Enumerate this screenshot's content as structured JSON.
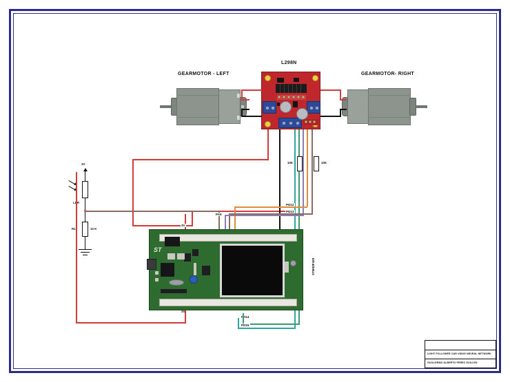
{
  "document": {
    "type": "electronic-schematic",
    "border_color": "#2a2a8c",
    "background": "#ffffff"
  },
  "labels": {
    "motor_left": "GEARMOTOR - LEFT",
    "motor_right": "GEARMOTOR- RIGHT",
    "driver": "L298N",
    "board": "STM32F429",
    "supply_top": "3V",
    "ldr": "LDR",
    "resistor_ref": "R1",
    "resistor_value": "10 K",
    "divider_pin": "PA5",
    "board_vcc_top": "3V",
    "board_vcc_bottom": "3V",
    "pulldown_left": "10K",
    "pulldown_right": "10K",
    "pin_pd12": "PD12",
    "pin_pd13": "PD13",
    "pin_pd14": "PD14",
    "pin_pd15": "PD15"
  },
  "title_block": {
    "line1": "LIGHT FOLLOWER CAR USING NEURAL NETWORK",
    "line2": "GUILLERMO ALBERTO PEREZ GUILLEN"
  },
  "wire_colors": {
    "power": "#d43a3a",
    "ground": "#111111",
    "signal_teal": "#2aa8a0",
    "signal_green": "#3a9a6a",
    "signal_purple": "#8a7ab8",
    "signal_orange": "#e08a3a",
    "signal_brown": "#8a6a5a"
  },
  "components": {
    "l298n": {
      "pcb": "#c0272d",
      "heatsink": "#1c1c1c",
      "terminal": "#2b4a9b"
    },
    "stm32": {
      "pcb": "#2e6b2e",
      "lcd": "#0a0a0a",
      "header": "#e8e8e0",
      "logo": "ST"
    },
    "motor": {
      "body": "#8d938d",
      "shaft": "#6f756f"
    }
  }
}
